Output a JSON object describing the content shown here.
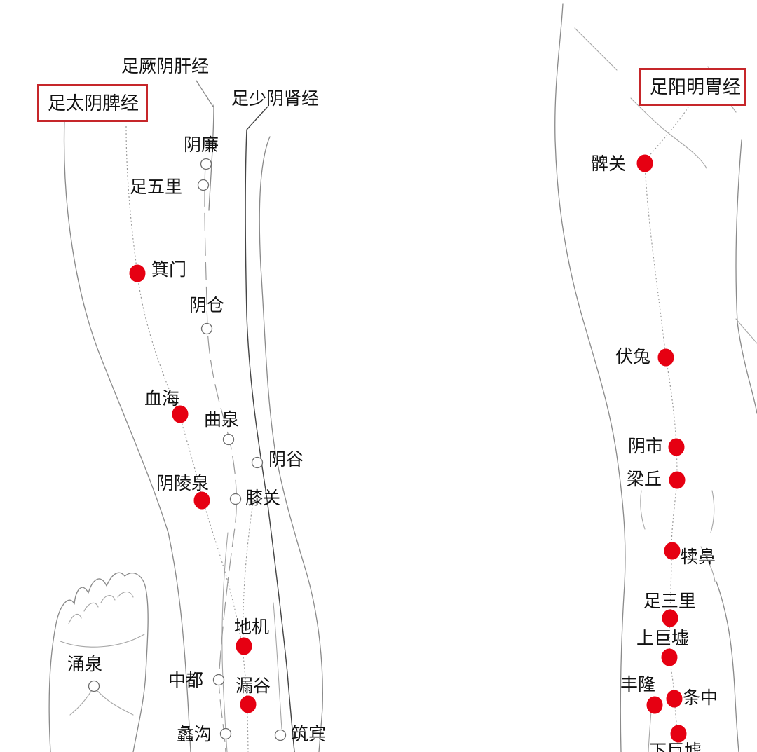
{
  "colors": {
    "point_marked": "#e60012",
    "point_open": "#ffffff",
    "box_border": "#c6262a",
    "outline": "#8a8a8a"
  },
  "left_figure": {
    "meridian_boxed": "足太阴脾经",
    "meridian_liver": "足厥阴肝经",
    "meridian_kidney": "足少阴肾经",
    "points": {
      "yinlian": "阴廉",
      "zuwuli": "足五里",
      "jimen": "箕门",
      "yincang": "阴仓",
      "xuehai": "血海",
      "ququan": "曲泉",
      "yingu": "阴谷",
      "yinlingquan": "阴陵泉",
      "xiguan": "膝关",
      "diji": "地机",
      "zhongdu": "中都",
      "lougu": "漏谷",
      "ligou": "蠡沟",
      "zhubin": "筑宾"
    },
    "foot_point": "涌泉"
  },
  "right_figure": {
    "meridian_boxed": "足阳明胃经",
    "points": {
      "biguan": "髀关",
      "futu": "伏兔",
      "yinshi": "阴市",
      "liangqiu": "梁丘",
      "dubi": "犊鼻",
      "zusanli": "足三里",
      "shangjuxu": "上巨墟",
      "fenglong": "丰隆",
      "tiaokou": "条中",
      "xiajuxu": "下巨墟"
    }
  }
}
